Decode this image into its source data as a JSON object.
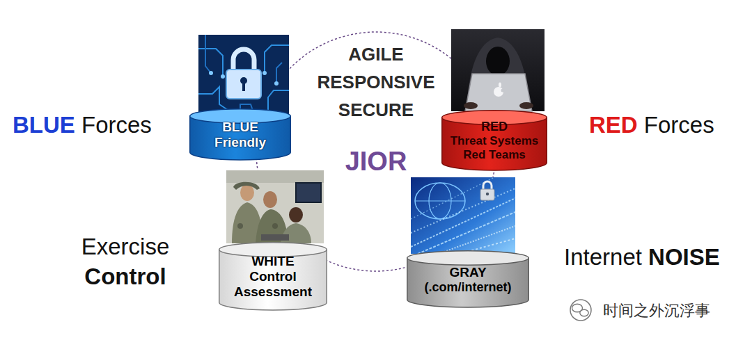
{
  "diagram": {
    "nodes": [
      {
        "text": [
          "AGILE RESPONSIVE SECURE",
          "JIOR"
        ]
      },
      {
        "text": [
          "BLUE",
          "Friendly"
        ],
        "in": 0
      },
      {
        "text": [
          "RED",
          "Threat Systems Red Teams"
        ],
        "in": 0
      },
      {
        "text": [
          "WHITE",
          "Control Assessment"
        ],
        "in": 0
      },
      {
        "text": [
          "GRAY",
          "(.com/internet)"
        ],
        "in": 0
      }
    ],
    "edges": [
      {
        "from": 1,
        "to": 2,
        "arrow": "none"
      },
      {
        "from": 1,
        "to": 3,
        "arrow": "none"
      },
      {
        "from": 2,
        "to": 4,
        "arrow": "none"
      },
      {
        "from": 3,
        "to": 4,
        "arrow": "none"
      },
      {
        "from": 1,
        "to": 4,
        "arrow": "none"
      },
      {
        "from": 2,
        "to": 3,
        "arrow": "none"
      }
    ],
    "labels": [
      "BLUE Forces",
      "RED Forces",
      "Exercise Control",
      "Internet NOISE",
      "时间之外沉浮事"
    ]
  }
}
